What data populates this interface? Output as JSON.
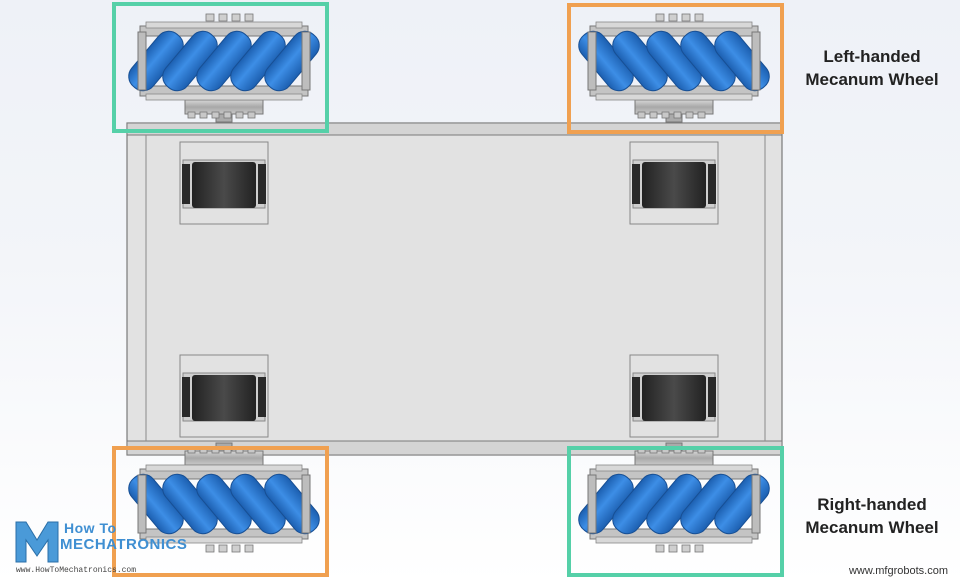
{
  "labels": {
    "left_handed_line1": "Left-handed",
    "left_handed_line2": "Mecanum Wheel",
    "right_handed_line1": "Right-handed",
    "right_handed_line2": "Mecanum Wheel"
  },
  "logo": {
    "line1": "How To",
    "line2": "MECHATRONICS",
    "url": "www.HowToMechatronics.com"
  },
  "watermark": "www.mfgrobots.com",
  "colors": {
    "left_handed_frame": "#55d0a8",
    "right_handed_frame": "#f0a050",
    "roller": "#2f7fd8",
    "roller_dark": "#1c5fb0",
    "chassis": "#e0e0e0",
    "motor": "#333333",
    "hub": "#b8b8b8"
  },
  "wheels": [
    {
      "position": "front-left",
      "handedness": "right"
    },
    {
      "position": "front-right",
      "handedness": "left"
    },
    {
      "position": "rear-left",
      "handedness": "left"
    },
    {
      "position": "rear-right",
      "handedness": "right"
    }
  ]
}
